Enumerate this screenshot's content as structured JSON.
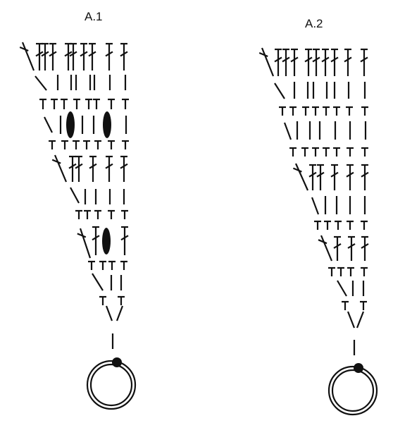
{
  "diagrams": [
    {
      "id": "a1",
      "label": "A.1"
    },
    {
      "id": "a2",
      "label": "A.2"
    }
  ],
  "colors": {
    "ink": "#111111",
    "background": "#ffffff"
  },
  "symbol_names": [
    "treble-crochet",
    "double-crochet",
    "half-double-crochet",
    "puff-stitch",
    "chain-stitch",
    "magic-ring"
  ]
}
